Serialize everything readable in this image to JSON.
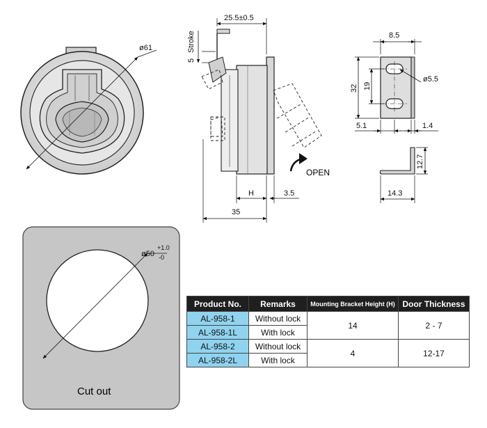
{
  "top_view": {
    "diameter_label": "ø61"
  },
  "side_view": {
    "width_label": "25.5±0.5",
    "stroke_label": "Stroke",
    "stroke_value": "5",
    "open_label": "OPEN",
    "h_label": "H",
    "gap_label": "3.5",
    "overall_label": "35"
  },
  "bracket_view": {
    "top_width": "8.5",
    "height_32": "32",
    "height_19": "19",
    "hole_label": "ø5.5",
    "offset_5_1": "5.1",
    "thickness_1_4": "1.4",
    "height_12_7": "12.7",
    "width_14_3": "14.3"
  },
  "cutout": {
    "diameter_label": "ø50",
    "tol_plus": "+1.0",
    "tol_minus": "-0",
    "title": "Cut out"
  },
  "table": {
    "headers": [
      "Product No.",
      "Remarks",
      "Mounting Bracket Height (H)",
      "Door Thickness"
    ],
    "rows": [
      {
        "product": "AL-958-1",
        "remark": "Without lock"
      },
      {
        "product": "AL-958-1L",
        "remark": "With lock"
      },
      {
        "product": "AL-958-2",
        "remark": "Without lock"
      },
      {
        "product": "AL-958-2L",
        "remark": "With lock"
      }
    ],
    "groups": [
      {
        "height": "14",
        "thickness": "2 - 7"
      },
      {
        "height": "4",
        "thickness": "12-17"
      }
    ]
  }
}
